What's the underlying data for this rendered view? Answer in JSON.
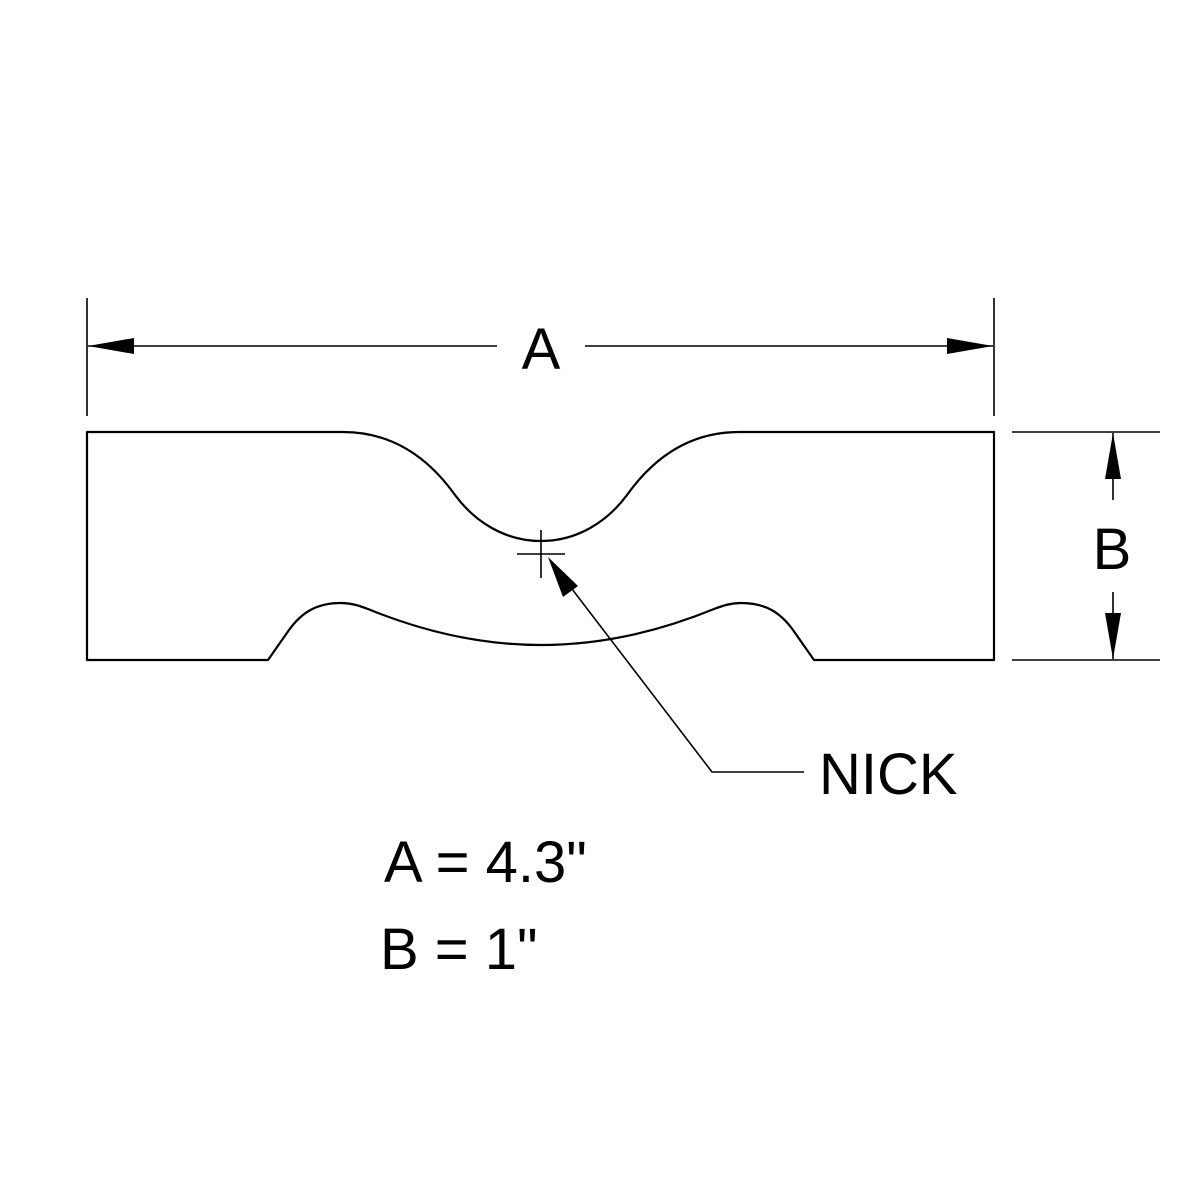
{
  "dimensions": {
    "width_label": "A",
    "height_label": "B"
  },
  "callout": {
    "label": "NICK"
  },
  "legend": {
    "line_a": "A = 4.3\"",
    "line_b": "B = 1\""
  },
  "colors": {
    "stroke": "#000000",
    "background": "#ffffff"
  }
}
